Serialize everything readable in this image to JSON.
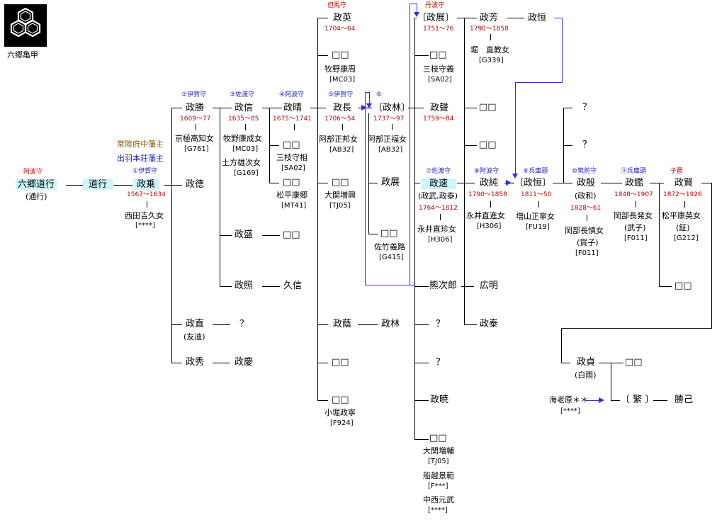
{
  "crest": {
    "icon": "kikko-crest-icon",
    "label": "六郷亀甲"
  },
  "domain": {
    "hitachi": "常陸府中藩主",
    "dewa": "出羽本荘藩主"
  },
  "people": {
    "p_0_name": "六郷道行",
    "p_0_alias": "(通行)",
    "p_0_title": "阿波守",
    "p_1_name": "道行",
    "p_2_name": "政乗",
    "p_2_rank": "①伊賀守",
    "p_2_years": "1567～1634",
    "p_2_sp1": "西田吉久女",
    "p_2_sp2": "[****]",
    "p_3_name": "政勝",
    "p_3_rank": "②伊賀守",
    "p_3_years": "1609～77",
    "p_3_sp1": "京極高知女",
    "p_3_sp2": "[G761]",
    "p_4_name": "政徳",
    "p_5_name": "政直",
    "p_5_alias": "(友迪)",
    "p_6_name": "政秀",
    "p_7_name": "政信",
    "p_7_rank": "③佐渡守",
    "p_7_years": "1635～85",
    "p_7_sp1": "牧野康成女",
    "p_7_sp2": "[MC03]",
    "p_7_sp3": "土方雄次女",
    "p_7_sp4": "[G169]",
    "p_8_name": "政盛",
    "p_9_name": "政照",
    "p_10_name": "？",
    "p_11_name": "政慶",
    "p_12_name": "政晴",
    "p_12_rank": "④阿波守",
    "p_12_years": "1675～1741",
    "p_13_name": "□□",
    "p_13_sp1": "三枝守相",
    "p_13_sp2": "[SA02]",
    "p_14_name": "□□",
    "p_14_sp1": "松平康郷",
    "p_14_sp2": "[MT41]",
    "p_15_name": "□□",
    "p_16_name": "久信",
    "p_17_name": "政英",
    "p_17_title": "但馬守",
    "p_17_years": "1704～64",
    "p_18_name": "□□",
    "p_18_sp1": "牧野康周",
    "p_18_sp2": "[MC03]",
    "p_19_name": "政長",
    "p_19_rank": "⑤伊賀守",
    "p_19_years": "1706～54",
    "p_19_sp1": "阿部正邦女",
    "p_19_sp2": "[AB32]",
    "p_20_name": "□□",
    "p_20_sp1": "大関増興",
    "p_20_sp2": "[TJ05]",
    "p_21_name": "政蔭",
    "p_22_name": "□□",
    "p_23_name": "□□",
    "p_23_sp1": "小堀政寧",
    "p_23_sp2": "[F924]",
    "p_24_name": "〔政林〕",
    "p_24_rank": "⑥",
    "p_24_years": "1737～97",
    "p_24_sp1": "阿部正福女",
    "p_24_sp2": "[AB32]",
    "p_25_name": "政展",
    "p_26_name": "□□",
    "p_26_sp1": "佐竹義路",
    "p_26_sp2": "[G415]",
    "p_27_name": "政林",
    "p_28_name": "〔政展〕",
    "p_28_title": "丹波守",
    "p_28_years": "1751～76",
    "p_29_name": "□□",
    "p_29_sp1": "三枝守義",
    "p_29_sp2": "[SA02]",
    "p_30_name": "政聲",
    "p_30_years": "1759～84",
    "p_31_name": "政速",
    "p_31_rank": "⑦佐渡守",
    "p_31_alias": "(政武,政泰)",
    "p_31_years": "1764～1812",
    "p_31_sp1": "永井直珍女",
    "p_31_sp2": "[H306]",
    "p_32_name": "熊次郎",
    "p_33_name": "？",
    "p_34_name": "？",
    "p_35_name": "政暁",
    "p_36_name": "□□",
    "p_36_sp1": "大関増輔",
    "p_36_sp2": "[TJ05]",
    "p_36_sp3": "船越景範",
    "p_36_sp4": "[F***]",
    "p_36_sp5": "中西元武",
    "p_36_sp6": "[****]",
    "p_37_name": "政芳",
    "p_37_years": "1790～1858",
    "p_37_sp1": "堀　直教女",
    "p_37_sp2": "[G339]",
    "p_38_name": "政恒",
    "p_39_name": "□□",
    "p_40_name": "□□",
    "p_41_name": "政純",
    "p_41_rank": "⑧阿波守",
    "p_41_years": "1790～1858",
    "p_41_sp1": "永井直進女",
    "p_41_sp2": "[H306]",
    "p_42_name": "広明",
    "p_43_name": "政泰",
    "p_44_name": "〔政恒〕",
    "p_44_rank": "⑨兵庫頭",
    "p_44_years": "1811～50",
    "p_44_sp1": "増山正寧女",
    "p_44_sp2": "[FU19]",
    "p_45_name": "？",
    "p_46_name": "？",
    "p_47_name": "政殷",
    "p_47_rank": "⑩筑前守",
    "p_47_alias": "(政和)",
    "p_47_years": "1828～61",
    "p_47_sp1": "岡部長慎女",
    "p_47_sp2": "(賀子)",
    "p_47_sp3": "[F011]",
    "p_48_name": "政鑑",
    "p_48_rank": "⑪兵庫頭",
    "p_48_years": "1848～1907",
    "p_48_sp1": "岡部長発女",
    "p_48_sp2": "(武子)",
    "p_48_sp3": "[F011]",
    "p_49_name": "政賢",
    "p_49_title": "子爵",
    "p_49_years": "1872～1926",
    "p_49_sp1": "松平康英女",
    "p_49_sp2": "(鉦)",
    "p_49_sp3": "[G212]",
    "p_50_name": "□□",
    "p_51_name": "政貞",
    "p_51_alias": "(白雨)",
    "p_52_name": "□□",
    "p_53_name": "〔 繁 〕",
    "p_54_name": "海老原＊＊",
    "p_54_code": "[****]",
    "p_55_name": "勝己"
  }
}
